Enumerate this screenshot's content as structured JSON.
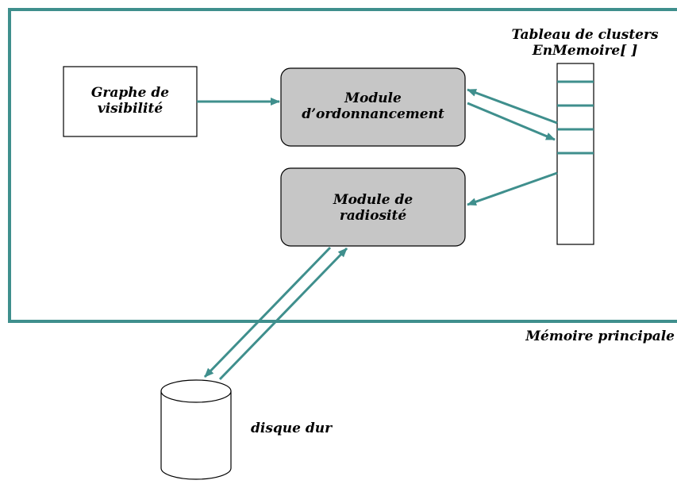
{
  "colors": {
    "accent": "#3f8f8d",
    "module_fill": "#c6c6c6",
    "outline": "#000000",
    "background": "#ffffff"
  },
  "graph": {
    "line1": "Graphe de",
    "line2": "visibilité"
  },
  "scheduler": {
    "line1": "Module",
    "line2": "d’ordonnancement"
  },
  "radiosity": {
    "line1": "Module de",
    "line2": "radiosité"
  },
  "cluster_table": {
    "title_line1": "Tableau de clusters",
    "title_line2": "EnMemoire[ ]"
  },
  "main_memory": {
    "label": "Mémoire principale"
  },
  "disk": {
    "label": "disque dur"
  }
}
